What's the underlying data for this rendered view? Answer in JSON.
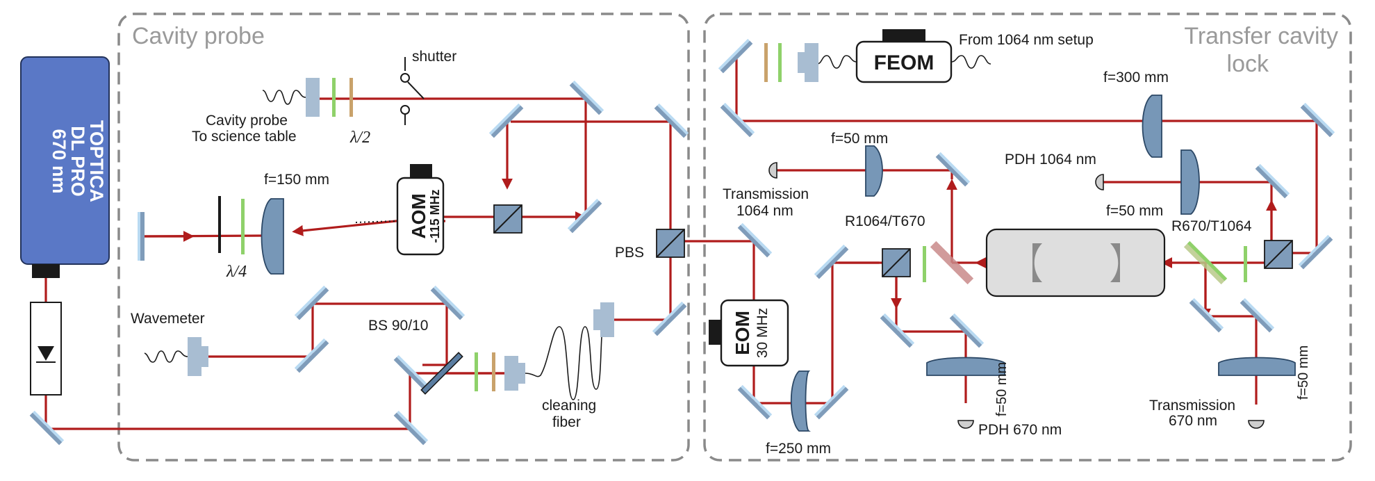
{
  "sections": {
    "cavity_probe": "Cavity probe",
    "transfer_lock_line1": "Transfer cavity",
    "transfer_lock_line2": "lock"
  },
  "laser": {
    "line1": "TOPTICA",
    "line2": "DL PRO",
    "line3": "670 nm"
  },
  "labels": {
    "shutter": "shutter",
    "cavity_probe_out1": "Cavity probe",
    "cavity_probe_out2": "To science table",
    "half_wave": "λ/2",
    "quarter_wave": "λ/4",
    "f150": "f=150 mm",
    "aom_line1": "AOM",
    "aom_line2": "-115 MHz",
    "pbs": "PBS",
    "wavemeter": "Wavemeter",
    "bs_9010": "BS 90/10",
    "cleaning_fiber1": "cleaning",
    "cleaning_fiber2": "fiber",
    "feom": "FEOM",
    "from_1064": "From 1064 nm setup",
    "f300": "f=300 mm",
    "f50_top": "f=50 mm",
    "pdh_1064": "PDH 1064 nm",
    "transmission_1064_1": "Transmission",
    "transmission_1064_2": "1064 nm",
    "f50_right": "f=50 mm",
    "r1064_t670": "R1064/T670",
    "r670_t1064": "R670/T1064",
    "eom_line1": "EOM",
    "eom_line2": "30 MHz",
    "f50_mid": "f=50 mm",
    "pdh_670": "PDH 670 nm",
    "f250": "f=250 mm",
    "transmission_670_1": "Transmission",
    "transmission_670_2": "670 nm",
    "f50_far": "f=50 mm"
  },
  "colors": {
    "beam": "#b01c1c",
    "laser_box": "#5a78c6",
    "optics": "#7f9cba",
    "mirror_back": "#b9daf2",
    "waveplate_green": "#8fd16a",
    "waveplate_tan": "#c9a26b",
    "section_border": "#8a8a8a",
    "section_title": "#9a9a9a"
  }
}
